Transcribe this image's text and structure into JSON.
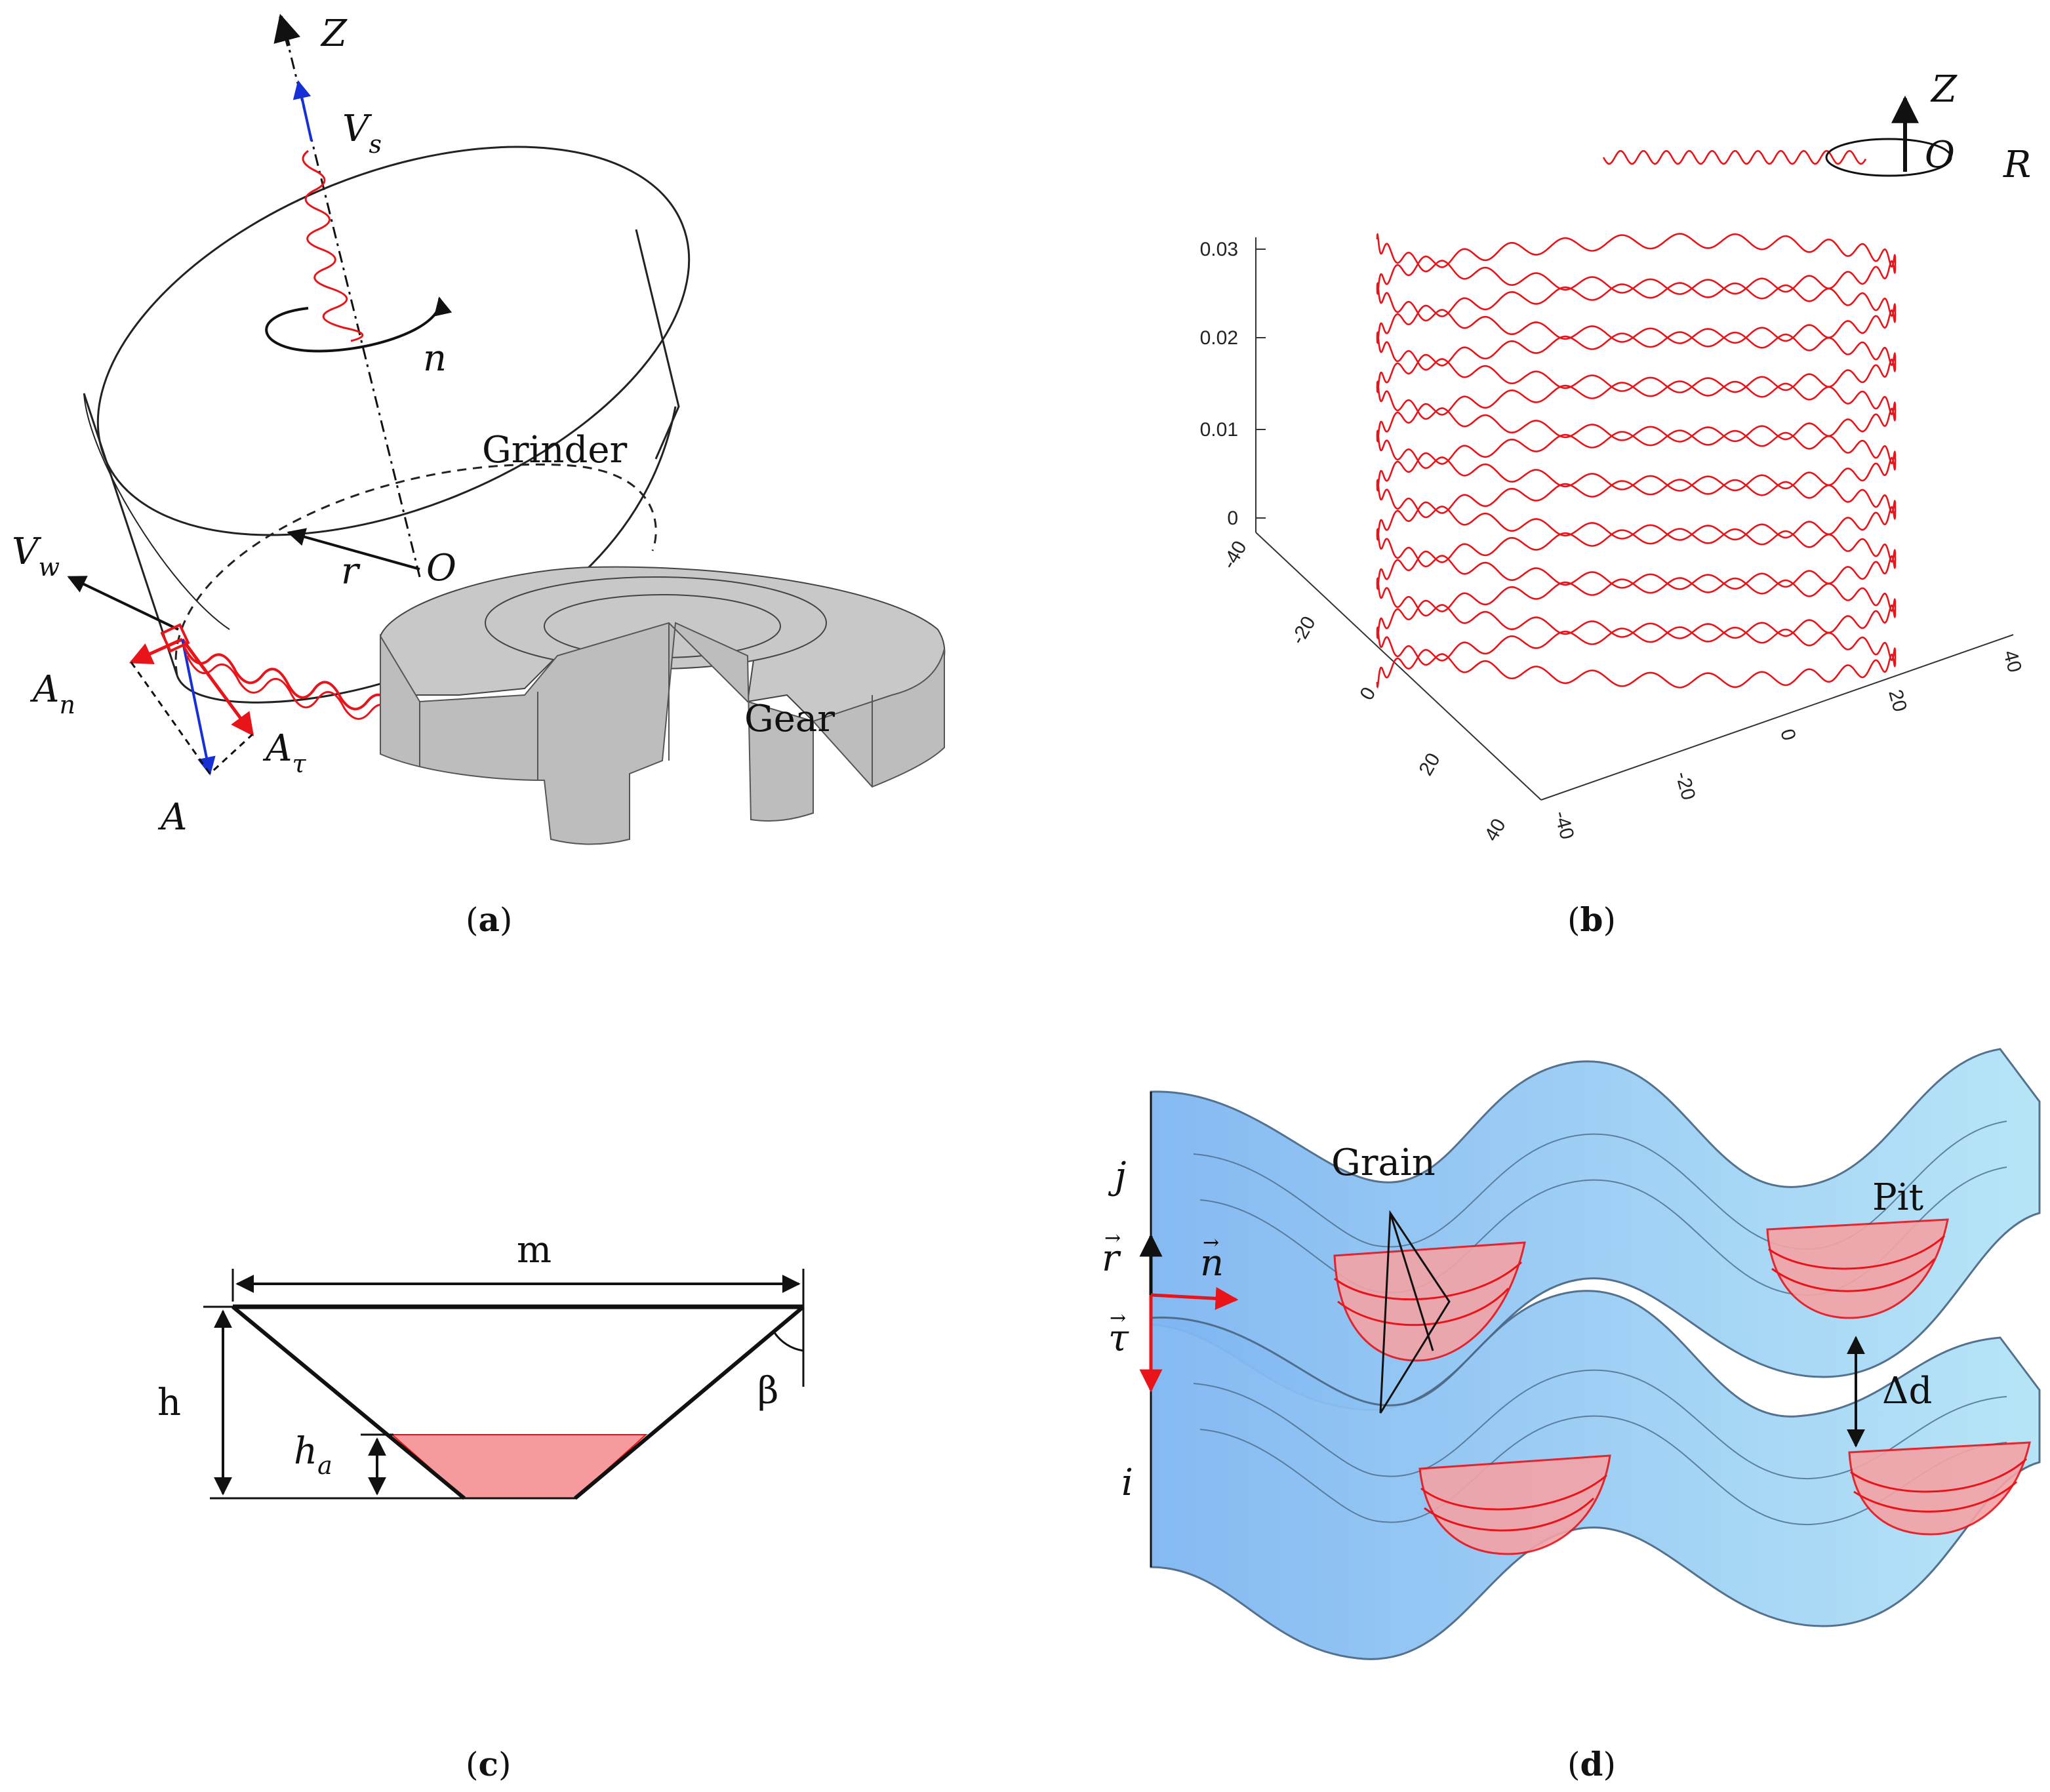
{
  "panels": {
    "a": {
      "caption_open": "(",
      "caption_letter": "a",
      "caption_close": ")",
      "axis_label": "Z",
      "speed_label": "V",
      "speed_sub": "s",
      "rotation_label": "n",
      "grinder_label": "Grinder",
      "radius_label": "r",
      "center_label": "O",
      "workpiece_speed_label": "V",
      "workpiece_speed_sub": "w",
      "normal_label": "A",
      "normal_sub": "n",
      "tangent_label": "A",
      "tangent_sub": "τ",
      "point_label": "A",
      "gear_label": "Gear"
    },
    "b": {
      "caption_open": "(",
      "caption_letter": "b",
      "caption_close": ")",
      "z_ticks": [
        "0",
        "0.01",
        "0.02",
        "0.03"
      ],
      "left_axis_ticks": [
        "-40",
        "-20",
        "0",
        "20",
        "40"
      ],
      "right_axis_ticks": [
        "-40",
        "-20",
        "0",
        "20",
        "40"
      ],
      "legend_z": "Z",
      "legend_o": "O",
      "legend_r": "R",
      "trace_color": "#e8141a"
    },
    "c": {
      "caption_open": "(",
      "caption_letter": "c",
      "caption_close": ")",
      "width_label": "m",
      "height_label": "h",
      "cut_label": "h",
      "cut_sub": "a",
      "angle_label": "β",
      "fill_color": "#f79a9d"
    },
    "d": {
      "caption_open": "(",
      "caption_letter": "d",
      "caption_close": ")",
      "grain_label": "Grain",
      "pit_label": "Pit",
      "gap_label": "Δd",
      "j_label": "j",
      "i_label": "i",
      "r_label": "r",
      "n_label": "n",
      "tau_label": "τ",
      "vector_arrow": "→",
      "ribbon_color": "#8fc3f2",
      "pit_color": "#f4a3a6"
    }
  }
}
